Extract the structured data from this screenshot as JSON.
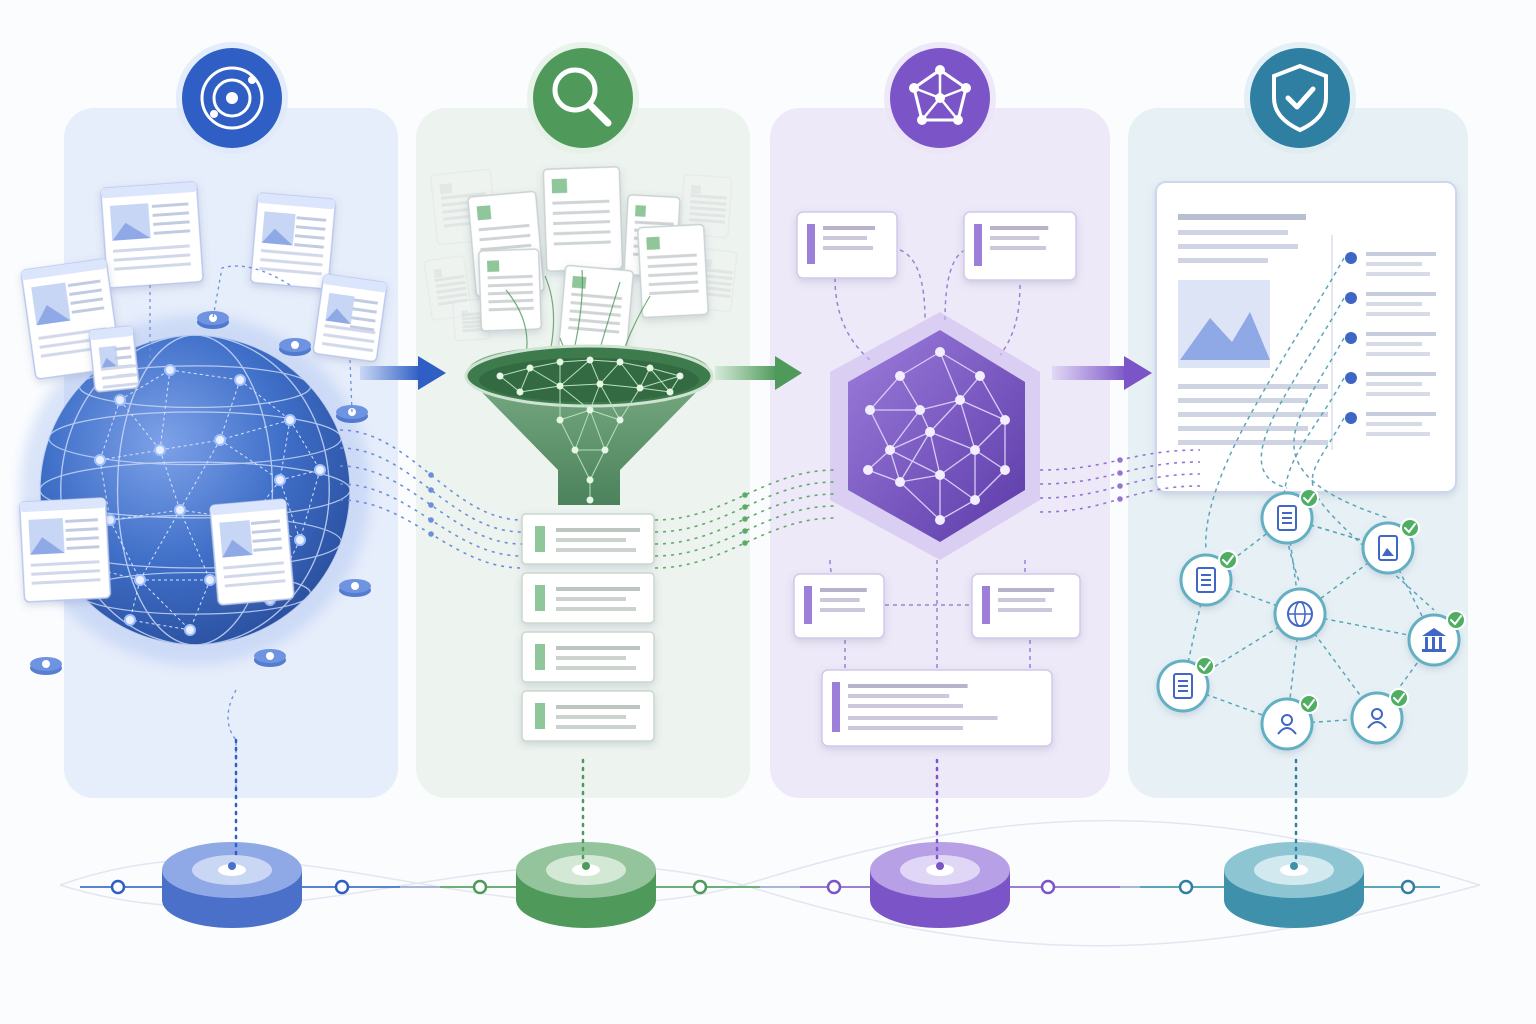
{
  "diagram": {
    "caption": "",
    "stages": [
      {
        "key": "collect",
        "icon": "radar-target-icon",
        "color": "#2f5fc4",
        "light": "#e8eefb"
      },
      {
        "key": "filter",
        "icon": "search-magnifier-icon",
        "color": "#4f9a5b",
        "light": "#edf4ee"
      },
      {
        "key": "graph",
        "icon": "network-graph-icon",
        "color": "#7b55c7",
        "light": "#efeaf9"
      },
      {
        "key": "verify",
        "icon": "shield-check-icon",
        "color": "#2f7fa3",
        "light": "#e8f2f6"
      }
    ],
    "stage2_list_count": 4,
    "stage3_cards": 5,
    "stage4_nodes": [
      "document-icon",
      "document-icon",
      "image-document-icon",
      "globe-icon",
      "bank-icon",
      "document-icon",
      "user-icon",
      "user-icon"
    ],
    "colors": {
      "blue": "#2f5fc4",
      "green": "#4f9a5b",
      "purple": "#7b55c7",
      "teal": "#2f7fa3"
    }
  }
}
